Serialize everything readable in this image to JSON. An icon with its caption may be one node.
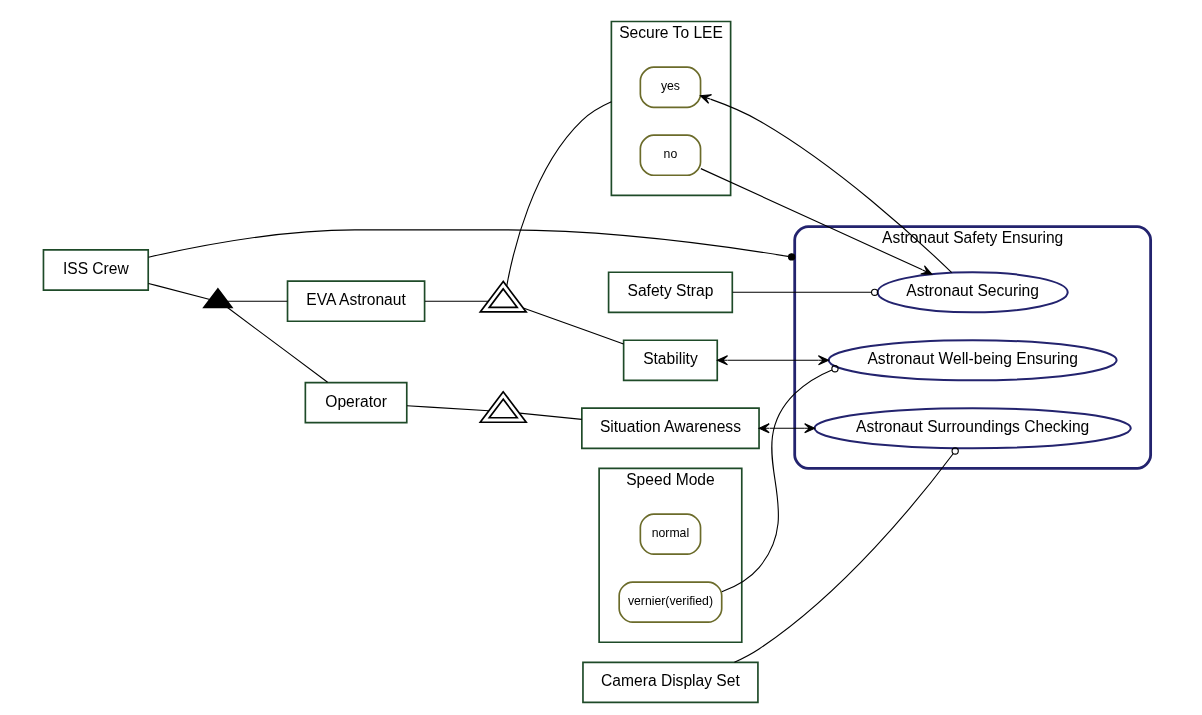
{
  "diagram": {
    "nodes": [
      {
        "text": [
          "ISS Crew"
        ]
      },
      {
        "text": [],
        "shape": "triangle"
      },
      {
        "text": [
          "EVA Astronaut"
        ]
      },
      {
        "text": [],
        "shape": "triangle"
      },
      {
        "text": [
          "Secure To LEE"
        ]
      },
      {
        "text": [
          "yes"
        ],
        "in": 4
      },
      {
        "text": [
          "no"
        ],
        "in": 4
      },
      {
        "text": [
          "Stability"
        ]
      },
      {
        "text": [
          "Operator"
        ]
      },
      {
        "text": [],
        "shape": "triangle"
      },
      {
        "text": [
          "Situation Awareness"
        ]
      },
      {
        "text": [
          "Astronaut Safety Ensuring"
        ]
      },
      {
        "text": [
          "Astronaut Securing"
        ],
        "in": 11
      },
      {
        "text": [
          "Astronaut Well-being Ensuring"
        ],
        "in": 11
      },
      {
        "text": [
          "Astronaut Surroundings Checking"
        ],
        "in": 11
      },
      {
        "text": [
          "Safety Strap"
        ]
      },
      {
        "text": [
          "Speed Mode"
        ]
      },
      {
        "text": [
          "normal"
        ],
        "in": 16
      },
      {
        "text": [
          "vernier(verified)"
        ],
        "in": 16
      },
      {
        "text": [
          "Camera Display Set"
        ]
      }
    ],
    "edges": [
      {
        "from": 0,
        "to": 1,
        "arrow": "none"
      },
      {
        "from": 1,
        "to": 2,
        "arrow": "none"
      },
      {
        "from": 1,
        "to": 8,
        "arrow": "none"
      },
      {
        "from": 2,
        "to": 3,
        "arrow": "none"
      },
      {
        "from": 3,
        "to": 4,
        "arrow": "none"
      },
      {
        "from": 3,
        "to": 7,
        "arrow": "none"
      },
      {
        "from": 8,
        "to": 9,
        "arrow": "none"
      },
      {
        "from": 9,
        "to": 10,
        "arrow": "none"
      },
      {
        "from": 0,
        "to": 11,
        "arrow": "other"
      },
      {
        "from": 12,
        "to": 5,
        "arrow": "to"
      },
      {
        "from": 6,
        "to": 12,
        "arrow": "to"
      },
      {
        "from": 7,
        "to": 13,
        "arrow": "both"
      },
      {
        "from": 10,
        "to": 14,
        "arrow": "both"
      },
      {
        "from": 15,
        "to": 12,
        "arrow": "other"
      },
      {
        "from": 18,
        "to": 13,
        "arrow": "other"
      },
      {
        "from": 19,
        "to": 14,
        "arrow": "other"
      }
    ]
  }
}
